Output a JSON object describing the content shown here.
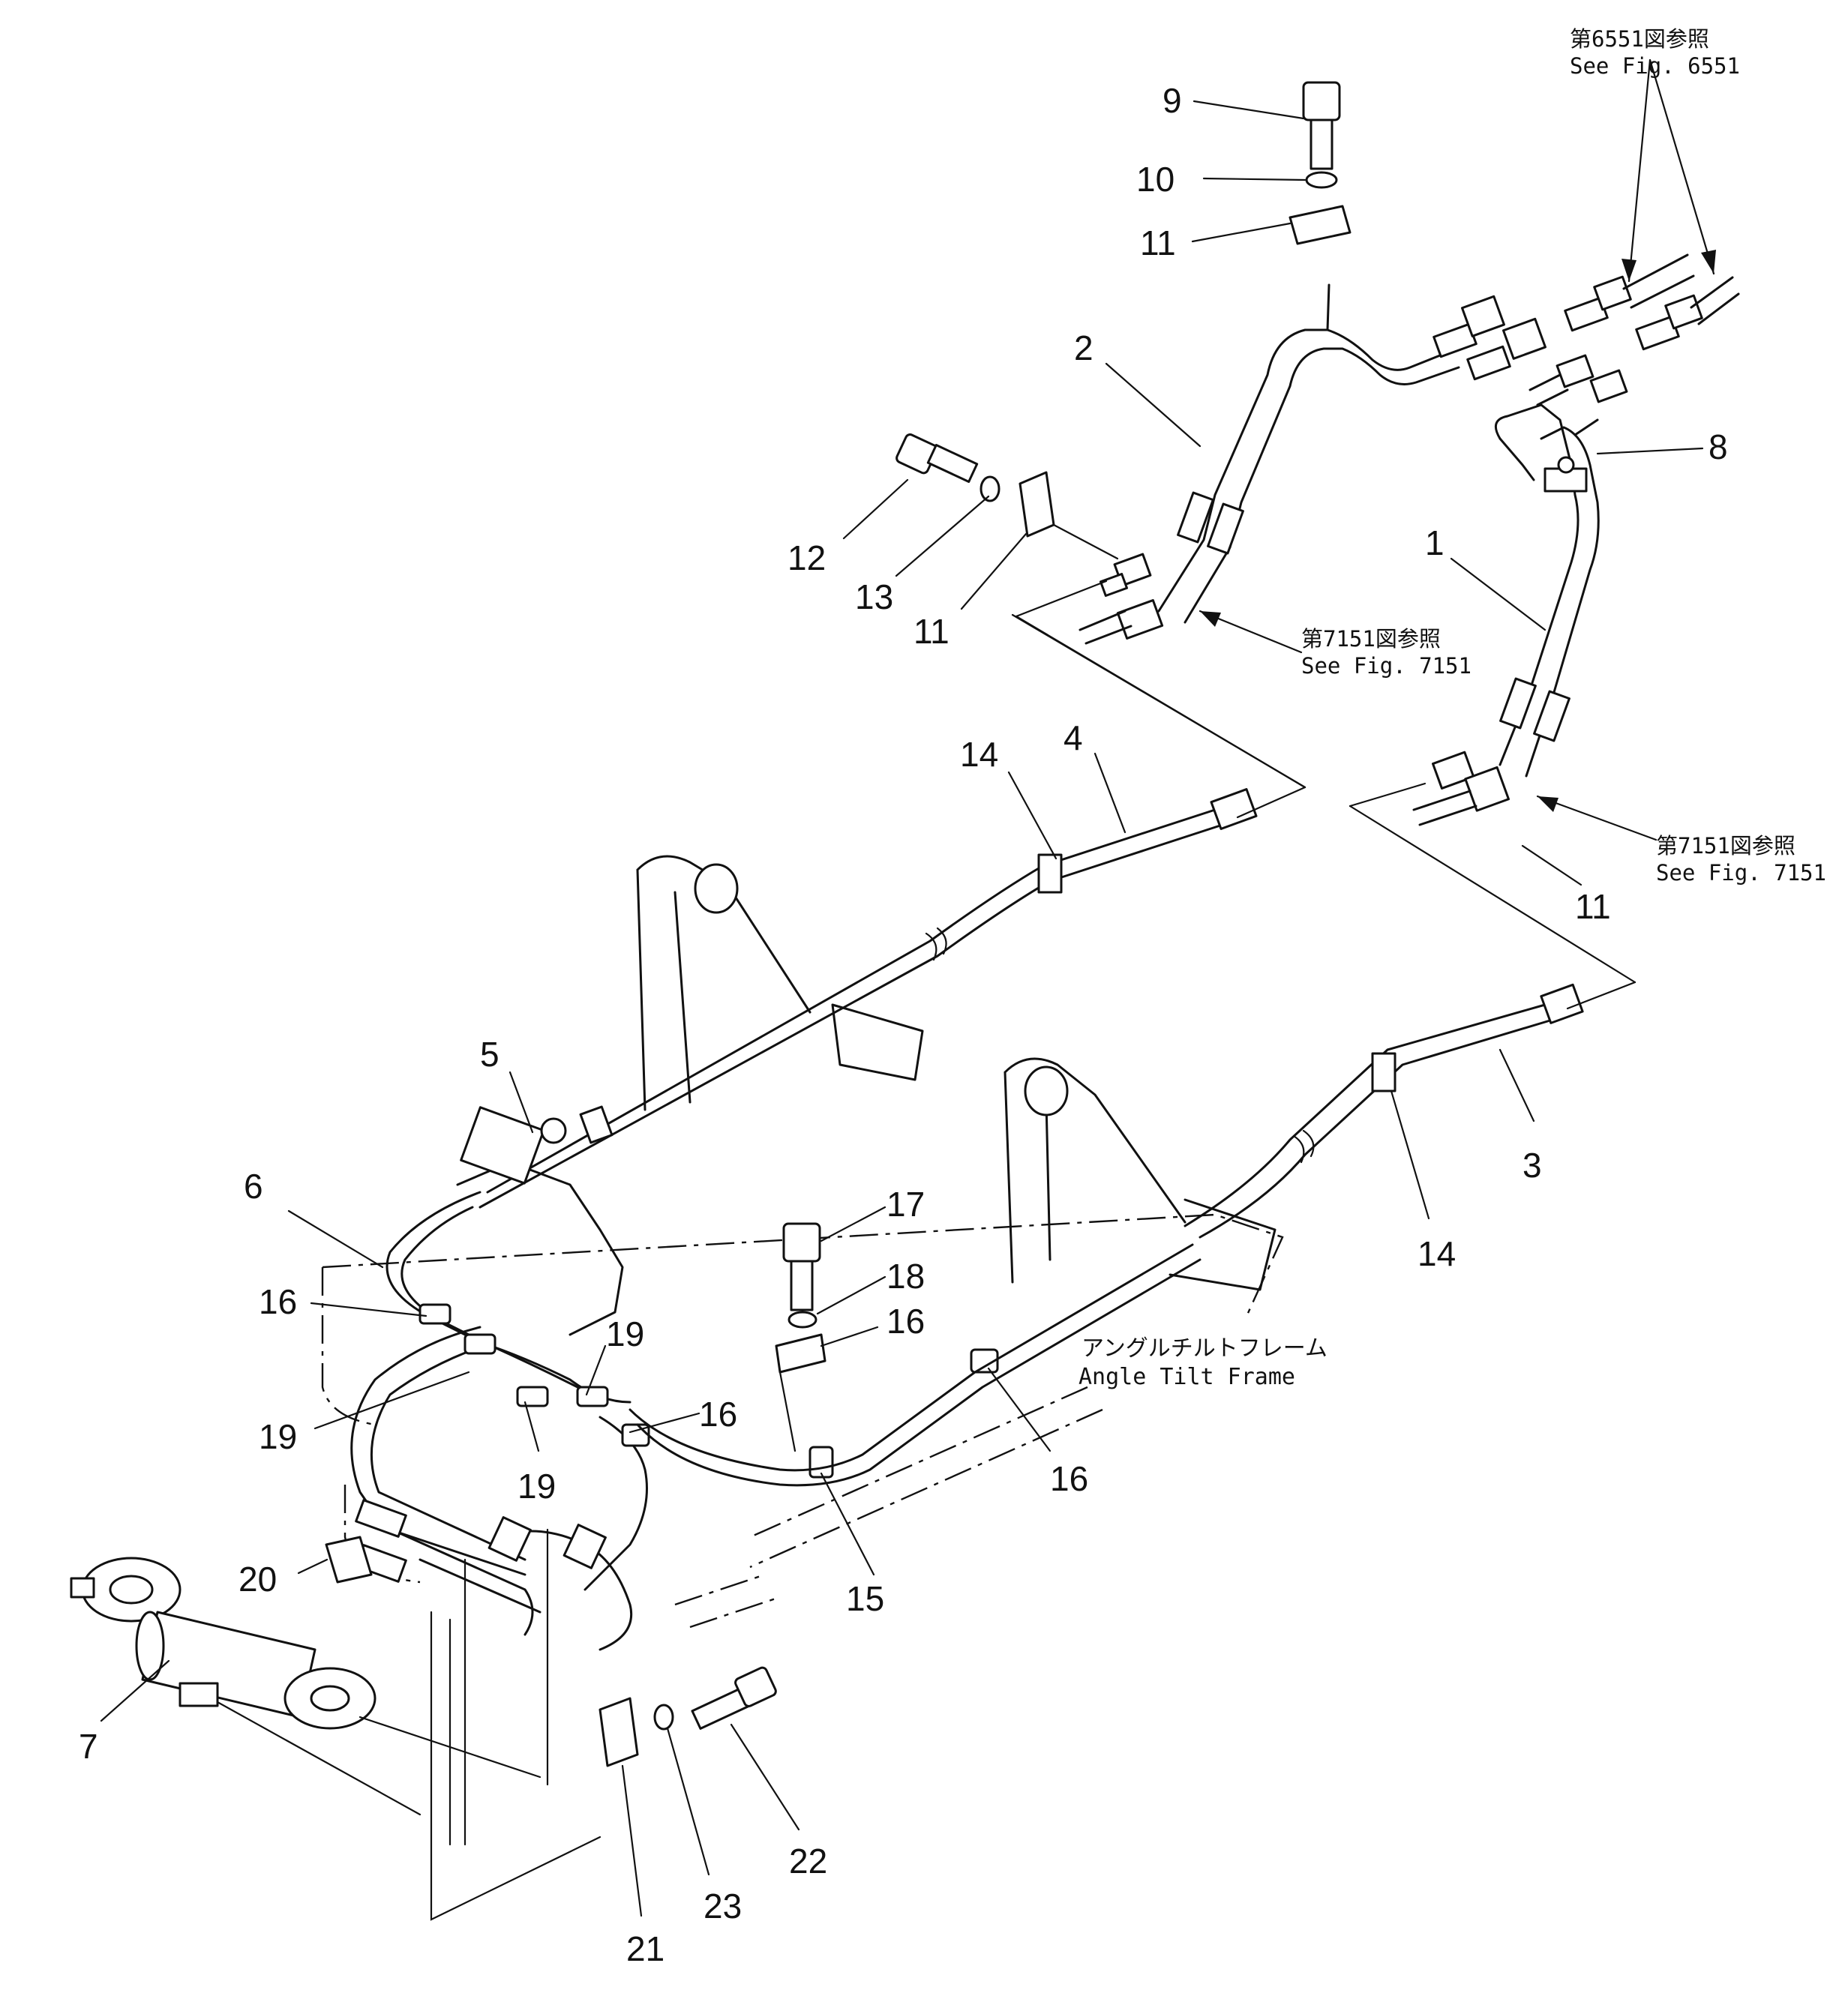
{
  "part_numbers": {
    "n1": "1",
    "n2": "2",
    "n3": "3",
    "n4": "4",
    "n5": "5",
    "n6": "6",
    "n7": "7",
    "n8": "8",
    "n9": "9",
    "n10": "10",
    "n11a": "11",
    "n11b": "11",
    "n11c": "11",
    "n12": "12",
    "n13": "13",
    "n14a": "14",
    "n14b": "14",
    "n15": "15",
    "n16a": "16",
    "n16b": "16",
    "n16c": "16",
    "n16d": "16",
    "n17": "17",
    "n18": "18",
    "n19a": "19",
    "n19b": "19",
    "n19c": "19",
    "n20": "20",
    "n21": "21",
    "n22": "22",
    "n23": "23"
  },
  "references": {
    "fig6551_jp": "第6551図参照",
    "fig6551_en": "See  Fig.  6551",
    "fig7151a_jp": "第7151図参照",
    "fig7151a_en": "See  Fig.  7151",
    "fig7151b_jp": "第7151図参照",
    "fig7151b_en": "See  Fig.  7151"
  },
  "labels": {
    "frame_jp": "アングルチルトフレーム",
    "frame_en": "Angle  Tilt  Frame"
  }
}
